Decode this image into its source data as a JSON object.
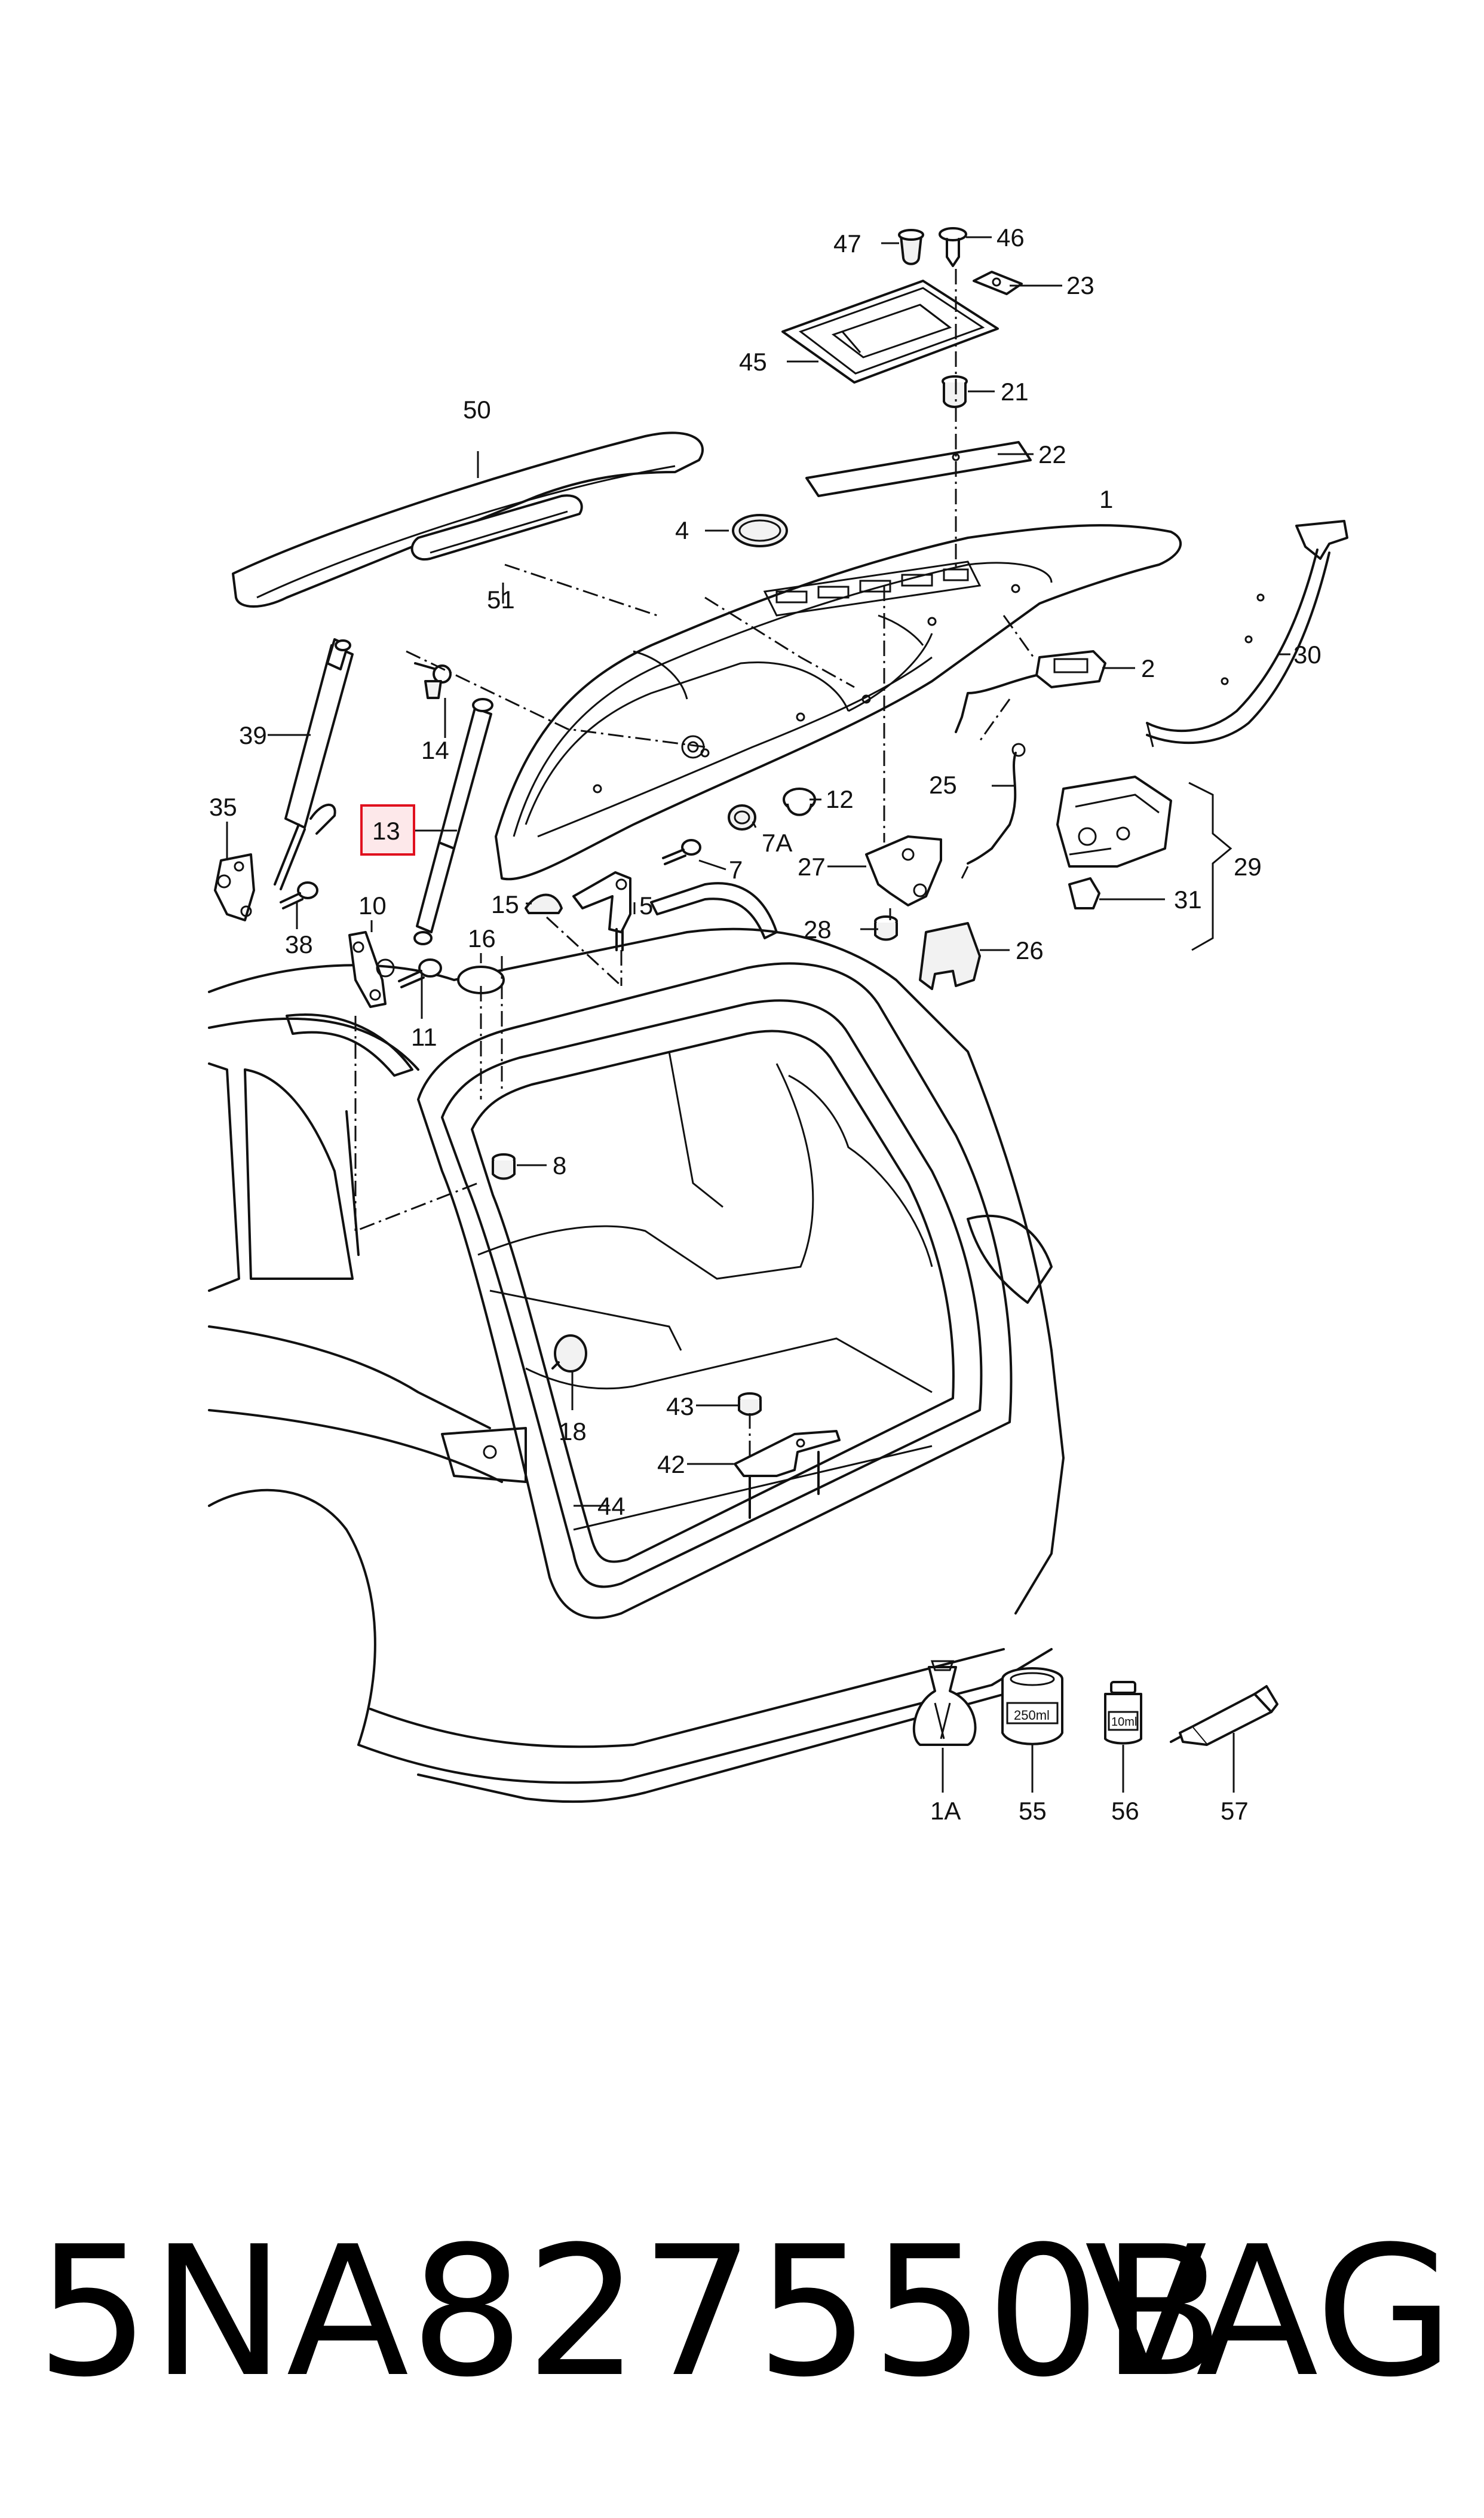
{
  "labels": {
    "c1": "1",
    "c1A": "1A",
    "c2": "2",
    "c4": "4",
    "c5": "5",
    "c7": "7",
    "c7A": "7A",
    "c8": "8",
    "c10": "10",
    "c11": "11",
    "c12": "12",
    "c13": "13",
    "c14": "14",
    "c15": "15",
    "c16": "16",
    "c18": "18",
    "c21": "21",
    "c22": "22",
    "c23": "23",
    "c25": "25",
    "c26": "26",
    "c27": "27",
    "c28": "28",
    "c29": "29",
    "c30": "30",
    "c31": "31",
    "c35": "35",
    "c38": "38",
    "c39": "39",
    "c42": "42",
    "c43": "43",
    "c44": "44",
    "c45": "45",
    "c46": "46",
    "c47": "47",
    "c50": "50",
    "c51": "51",
    "c55": "55",
    "c56": "56",
    "c57": "57"
  },
  "consumables": {
    "can_volume": "250ml",
    "bottle_volume": "10ml"
  },
  "highlight": {
    "callout": "13",
    "color": "#e0101e",
    "fill": "#fde8ea"
  },
  "footer": {
    "part_number": "5NA827550B",
    "brand": "VAG"
  }
}
